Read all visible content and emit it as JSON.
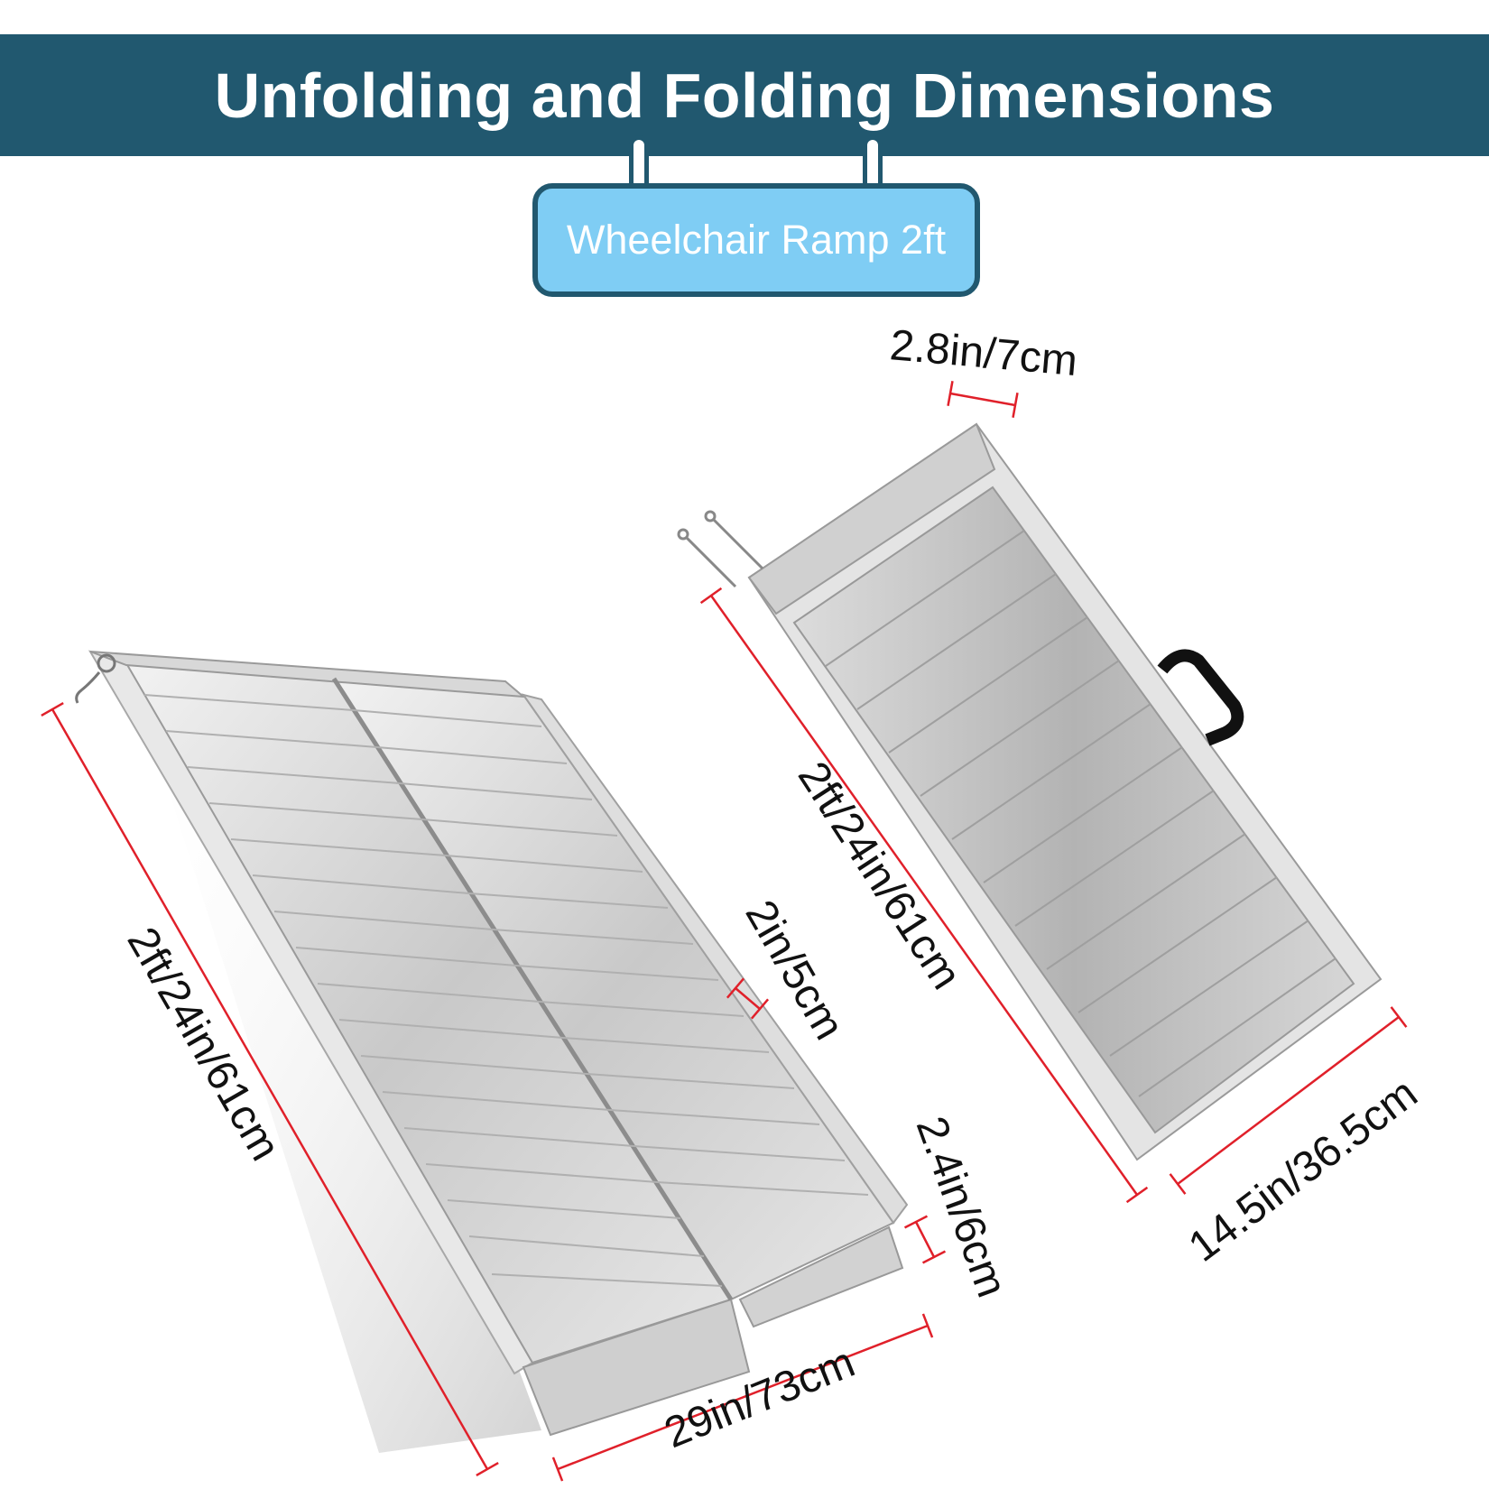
{
  "header": {
    "title": "Unfolding and Folding Dimensions",
    "colors": {
      "banner": "#21586f",
      "label_fill": "#7fcdf4"
    }
  },
  "product_label": "Wheelchair Ramp 2ft",
  "unfolded": {
    "length_label": "2ft/24in/61cm",
    "width_label": "29in/73cm",
    "side_rail_label": "2in/5cm",
    "lip_height_label": "2.4in/6cm"
  },
  "folded": {
    "thickness_label": "2.8in/7cm",
    "length_label": "2ft/24in/61cm",
    "width_label": "14.5in/36.5cm"
  },
  "dimension_line_color": "#e0202a"
}
